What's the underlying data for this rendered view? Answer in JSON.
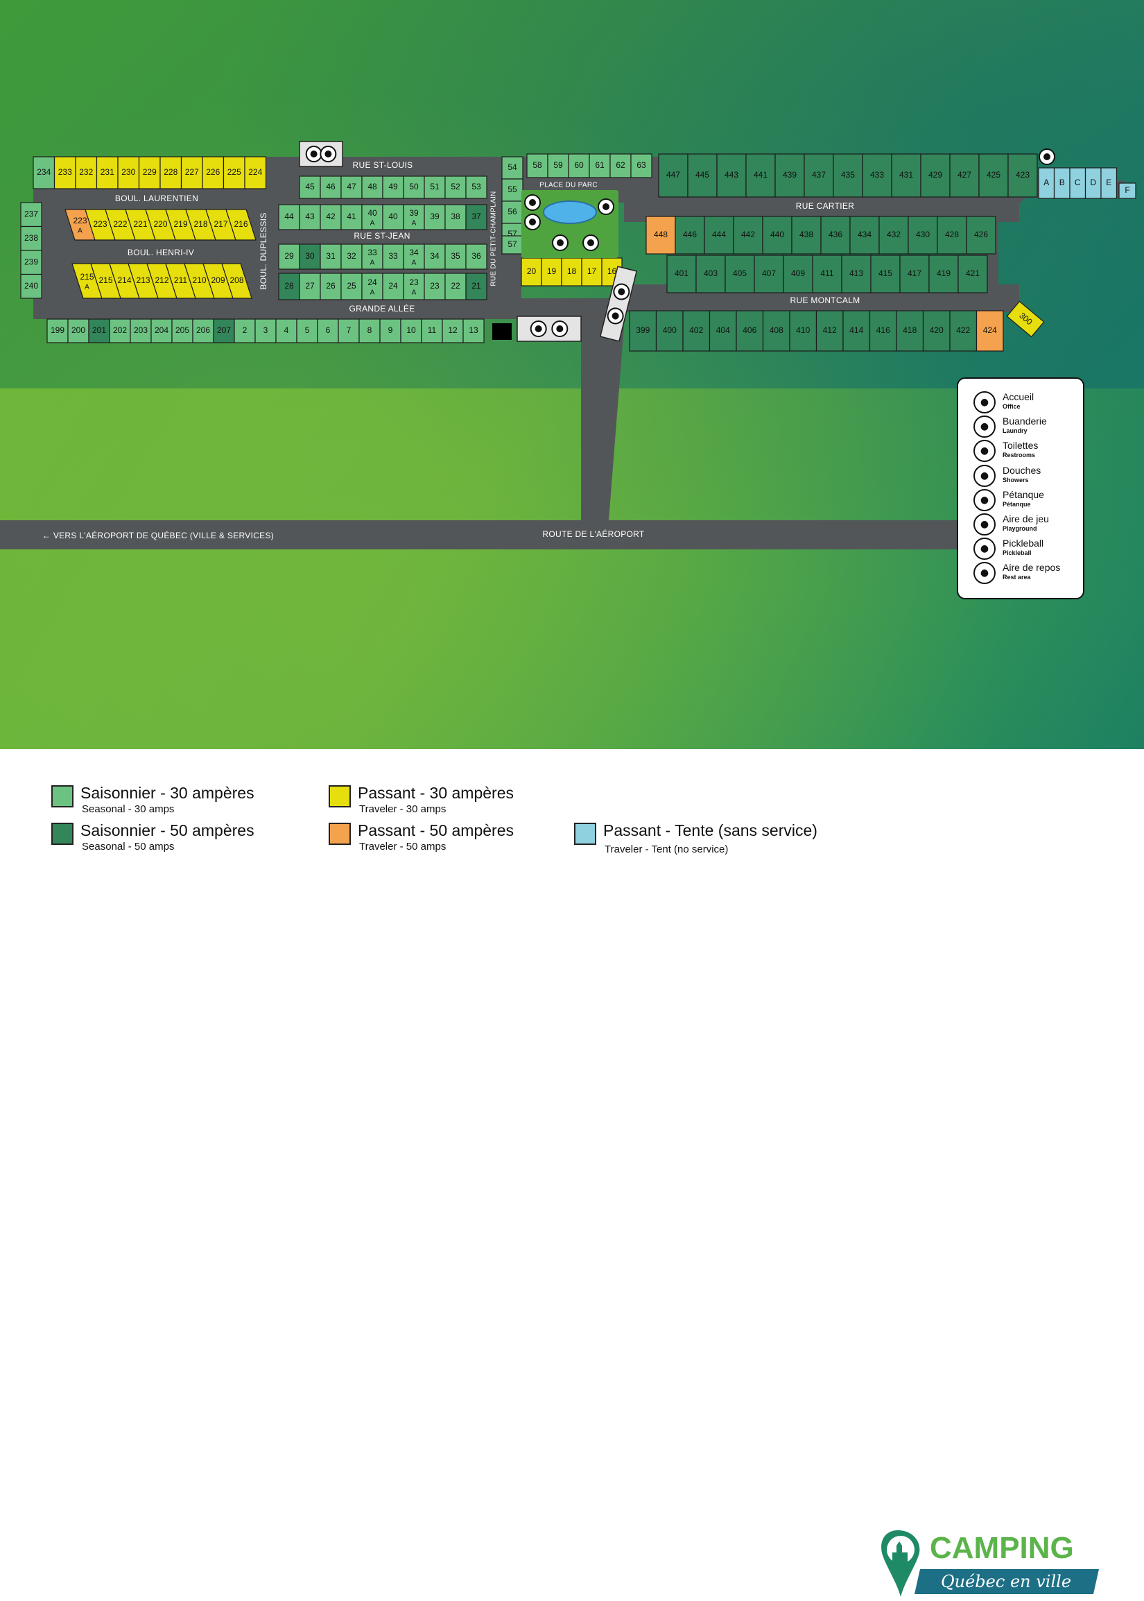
{
  "map": {
    "streets": {
      "rue_st_louis": "RUE ST-LOUIS",
      "boul_laurentien": "BOUL. LAURENTIEN",
      "boul_henri_iv": "BOUL. HENRI-IV",
      "boul_duplessis": "BOUL. DUPLESSIS",
      "rue_st_jean": "RUE ST-JEAN",
      "grande_allee": "GRANDE ALLÉE",
      "rue_petit_champlain": "RUE DU PETIT-CHAMPLAIN",
      "place_du_parc": "PLACE DU PARC",
      "rue_cartier": "RUE CARTIER",
      "rue_montcalm": "RUE MONTCALM",
      "route_aeroport": "ROUTE DE L'AÉROPORT",
      "vers_aeroport": "← VERS L'AÉROPORT DE QUÉBEC (VILLE & SERVICES)"
    },
    "lots": {
      "row_laurentien": [
        {
          "n": "234",
          "t": "s30"
        },
        {
          "n": "233",
          "t": "p30"
        },
        {
          "n": "232",
          "t": "p30"
        },
        {
          "n": "231",
          "t": "p30"
        },
        {
          "n": "230",
          "t": "p30"
        },
        {
          "n": "229",
          "t": "p30"
        },
        {
          "n": "228",
          "t": "p30"
        },
        {
          "n": "227",
          "t": "p30"
        },
        {
          "n": "226",
          "t": "p30"
        },
        {
          "n": "225",
          "t": "p30"
        },
        {
          "n": "224",
          "t": "p30"
        }
      ],
      "row_laurentien_south": [
        {
          "n": "223",
          "sub": "A",
          "t": "p50"
        },
        {
          "n": "223",
          "t": "p30"
        },
        {
          "n": "222",
          "t": "p30"
        },
        {
          "n": "221",
          "t": "p30"
        },
        {
          "n": "220",
          "t": "p30"
        },
        {
          "n": "219",
          "t": "p30"
        },
        {
          "n": "218",
          "t": "p30"
        },
        {
          "n": "217",
          "t": "p30"
        },
        {
          "n": "216",
          "t": "p30"
        }
      ],
      "row_henri": [
        {
          "n": "215",
          "sub": "A",
          "t": "p30"
        },
        {
          "n": "215",
          "t": "p30"
        },
        {
          "n": "214",
          "t": "p30"
        },
        {
          "n": "213",
          "t": "p30"
        },
        {
          "n": "212",
          "t": "p30"
        },
        {
          "n": "211",
          "t": "p30"
        },
        {
          "n": "210",
          "t": "p30"
        },
        {
          "n": "209",
          "t": "p30"
        },
        {
          "n": "208",
          "t": "p30"
        }
      ],
      "col_west": [
        {
          "n": "237",
          "t": "s30"
        },
        {
          "n": "238",
          "t": "s30"
        },
        {
          "n": "239",
          "t": "s30"
        },
        {
          "n": "240",
          "t": "s30"
        }
      ],
      "row_stlouis": [
        {
          "n": "45",
          "t": "s30"
        },
        {
          "n": "46",
          "t": "s30"
        },
        {
          "n": "47",
          "t": "s30"
        },
        {
          "n": "48",
          "t": "s30"
        },
        {
          "n": "49",
          "t": "s30"
        },
        {
          "n": "50",
          "t": "s30"
        },
        {
          "n": "51",
          "t": "s30"
        },
        {
          "n": "52",
          "t": "s30"
        },
        {
          "n": "53",
          "t": "s30"
        }
      ],
      "row_stlouis_s": [
        {
          "n": "44",
          "t": "s30"
        },
        {
          "n": "43",
          "t": "s30"
        },
        {
          "n": "42",
          "t": "s30"
        },
        {
          "n": "41",
          "t": "s30"
        },
        {
          "n": "40",
          "sub": "A",
          "t": "s30"
        },
        {
          "n": "40",
          "t": "s30"
        },
        {
          "n": "39",
          "sub": "A",
          "t": "s30"
        },
        {
          "n": "39",
          "t": "s30"
        },
        {
          "n": "38",
          "t": "s30"
        },
        {
          "n": "37",
          "t": "s50"
        }
      ],
      "row_stjean": [
        {
          "n": "29",
          "t": "s30"
        },
        {
          "n": "30",
          "t": "s50"
        },
        {
          "n": "31",
          "t": "s30"
        },
        {
          "n": "32",
          "t": "s30"
        },
        {
          "n": "33",
          "sub": "A",
          "t": "s30"
        },
        {
          "n": "33",
          "t": "s30"
        },
        {
          "n": "34",
          "sub": "A",
          "t": "s30"
        },
        {
          "n": "34",
          "t": "s30"
        },
        {
          "n": "35",
          "t": "s30"
        },
        {
          "n": "36",
          "t": "s30"
        }
      ],
      "row_stjean_s": [
        {
          "n": "28",
          "t": "s50"
        },
        {
          "n": "27",
          "t": "s30"
        },
        {
          "n": "26",
          "t": "s30"
        },
        {
          "n": "25",
          "t": "s30"
        },
        {
          "n": "24",
          "sub": "A",
          "t": "s30"
        },
        {
          "n": "24",
          "t": "s30"
        },
        {
          "n": "23",
          "sub": "A",
          "t": "s30"
        },
        {
          "n": "23",
          "t": "s30"
        },
        {
          "n": "22",
          "t": "s30"
        },
        {
          "n": "21",
          "t": "s50"
        }
      ],
      "row_grande_allee": [
        {
          "n": "199",
          "t": "s30"
        },
        {
          "n": "200",
          "t": "s30"
        },
        {
          "n": "201",
          "t": "s50"
        },
        {
          "n": "202",
          "t": "s30"
        },
        {
          "n": "203",
          "t": "s30"
        },
        {
          "n": "204",
          "t": "s30"
        },
        {
          "n": "205",
          "t": "s30"
        },
        {
          "n": "206",
          "t": "s30"
        },
        {
          "n": "207",
          "t": "s50"
        },
        {
          "n": "2",
          "t": "s30"
        },
        {
          "n": "3",
          "t": "s30"
        },
        {
          "n": "4",
          "t": "s30"
        },
        {
          "n": "5",
          "t": "s30"
        },
        {
          "n": "6",
          "t": "s30"
        },
        {
          "n": "7",
          "t": "s30"
        },
        {
          "n": "8",
          "t": "s30"
        },
        {
          "n": "9",
          "t": "s30"
        },
        {
          "n": "10",
          "t": "s30"
        },
        {
          "n": "11",
          "t": "s30"
        },
        {
          "n": "12",
          "t": "s30"
        },
        {
          "n": "13",
          "t": "s30"
        }
      ],
      "col_champlain": [
        {
          "n": "54",
          "t": "s30"
        },
        {
          "n": "55",
          "t": "s30"
        },
        {
          "n": "56",
          "t": "s30"
        },
        {
          "n": "57",
          "t": "s30"
        }
      ],
      "row_parc_n": [
        {
          "n": "58",
          "t": "s30"
        },
        {
          "n": "59",
          "t": "s30"
        },
        {
          "n": "60",
          "t": "s30"
        },
        {
          "n": "61",
          "t": "s30"
        },
        {
          "n": "62",
          "t": "s30"
        },
        {
          "n": "63",
          "t": "s30"
        }
      ],
      "row_parc_s": [
        {
          "n": "20",
          "t": "p30"
        },
        {
          "n": "19",
          "t": "p30"
        },
        {
          "n": "18",
          "t": "p30"
        },
        {
          "n": "17",
          "t": "p30"
        },
        {
          "n": "16",
          "t": "p30"
        }
      ],
      "row_cartier_n": [
        {
          "n": "447",
          "t": "s50"
        },
        {
          "n": "445",
          "t": "s50"
        },
        {
          "n": "443",
          "t": "s50"
        },
        {
          "n": "441",
          "t": "s50"
        },
        {
          "n": "439",
          "t": "s50"
        },
        {
          "n": "437",
          "t": "s50"
        },
        {
          "n": "435",
          "t": "s50"
        },
        {
          "n": "433",
          "t": "s50"
        },
        {
          "n": "431",
          "t": "s50"
        },
        {
          "n": "429",
          "t": "s50"
        },
        {
          "n": "427",
          "t": "s50"
        },
        {
          "n": "425",
          "t": "s50"
        },
        {
          "n": "423",
          "t": "s50"
        }
      ],
      "row_cartier_s": [
        {
          "n": "448",
          "t": "p50"
        },
        {
          "n": "446",
          "t": "s50"
        },
        {
          "n": "444",
          "t": "s50"
        },
        {
          "n": "442",
          "t": "s50"
        },
        {
          "n": "440",
          "t": "s50"
        },
        {
          "n": "438",
          "t": "s50"
        },
        {
          "n": "436",
          "t": "s50"
        },
        {
          "n": "434",
          "t": "s50"
        },
        {
          "n": "432",
          "t": "s50"
        },
        {
          "n": "430",
          "t": "s50"
        },
        {
          "n": "428",
          "t": "s50"
        },
        {
          "n": "426",
          "t": "s50"
        }
      ],
      "row_montcalm_n": [
        {
          "n": "401",
          "t": "s50"
        },
        {
          "n": "403",
          "t": "s50"
        },
        {
          "n": "405",
          "t": "s50"
        },
        {
          "n": "407",
          "t": "s50"
        },
        {
          "n": "409",
          "t": "s50"
        },
        {
          "n": "411",
          "t": "s50"
        },
        {
          "n": "413",
          "t": "s50"
        },
        {
          "n": "415",
          "t": "s50"
        },
        {
          "n": "417",
          "t": "s50"
        },
        {
          "n": "419",
          "t": "s50"
        },
        {
          "n": "421",
          "t": "s50"
        }
      ],
      "row_montcalm_s": [
        {
          "n": "399",
          "t": "s50"
        },
        {
          "n": "400",
          "t": "s50"
        },
        {
          "n": "402",
          "t": "s50"
        },
        {
          "n": "404",
          "t": "s50"
        },
        {
          "n": "406",
          "t": "s50"
        },
        {
          "n": "408",
          "t": "s50"
        },
        {
          "n": "410",
          "t": "s50"
        },
        {
          "n": "412",
          "t": "s50"
        },
        {
          "n": "414",
          "t": "s50"
        },
        {
          "n": "416",
          "t": "s50"
        },
        {
          "n": "418",
          "t": "s50"
        },
        {
          "n": "420",
          "t": "s50"
        },
        {
          "n": "422",
          "t": "s50"
        },
        {
          "n": "424",
          "t": "p50"
        }
      ],
      "tents": [
        {
          "n": "A",
          "t": "tent"
        },
        {
          "n": "B",
          "t": "tent"
        },
        {
          "n": "C",
          "t": "tent"
        },
        {
          "n": "D",
          "t": "tent"
        },
        {
          "n": "E",
          "t": "tent"
        }
      ],
      "tent_f": {
        "n": "F",
        "t": "tent"
      },
      "lot_300": {
        "n": "300",
        "t": "p30"
      }
    }
  },
  "colors": {
    "s30": "#6cc381",
    "s50": "#33855a",
    "p30": "#e6de0d",
    "p50": "#f4a24d",
    "tent": "#8fd1de",
    "road": "#535658",
    "pool": "#4fb3ea"
  },
  "legend_box": [
    {
      "fr": "Accueil",
      "en": "Office",
      "icon": "office-icon"
    },
    {
      "fr": "Buanderie",
      "en": "Laundry",
      "icon": "laundry-icon"
    },
    {
      "fr": "Toilettes",
      "en": "Restrooms",
      "icon": "restroom-icon"
    },
    {
      "fr": "Douches",
      "en": "Showers",
      "icon": "shower-icon"
    },
    {
      "fr": "Pétanque",
      "en": "Pétanque",
      "icon": "petanque-icon"
    },
    {
      "fr": "Aire de jeu",
      "en": "Playground",
      "icon": "playground-icon"
    },
    {
      "fr": "Pickleball",
      "en": "Pickleball",
      "icon": "pickleball-icon"
    },
    {
      "fr": "Aire de repos",
      "en": "Rest area",
      "icon": "rest-area-icon"
    }
  ],
  "key": {
    "s30": {
      "fr": "Saisonnier - 30 ampères",
      "en": "Seasonal - 30 amps"
    },
    "s50": {
      "fr": "Saisonnier - 50 ampères",
      "en": "Seasonal - 50 amps"
    },
    "p30": {
      "fr": "Passant - 30 ampères",
      "en": "Traveler - 30 amps"
    },
    "p50": {
      "fr": "Passant - 50 ampères",
      "en": "Traveler - 50 amps"
    },
    "tent": {
      "fr": "Passant - Tente (sans service)",
      "en": "Traveler - Tent (no service)"
    }
  },
  "logo": {
    "title": "CAMPING",
    "subtitle": "Québec en ville"
  }
}
